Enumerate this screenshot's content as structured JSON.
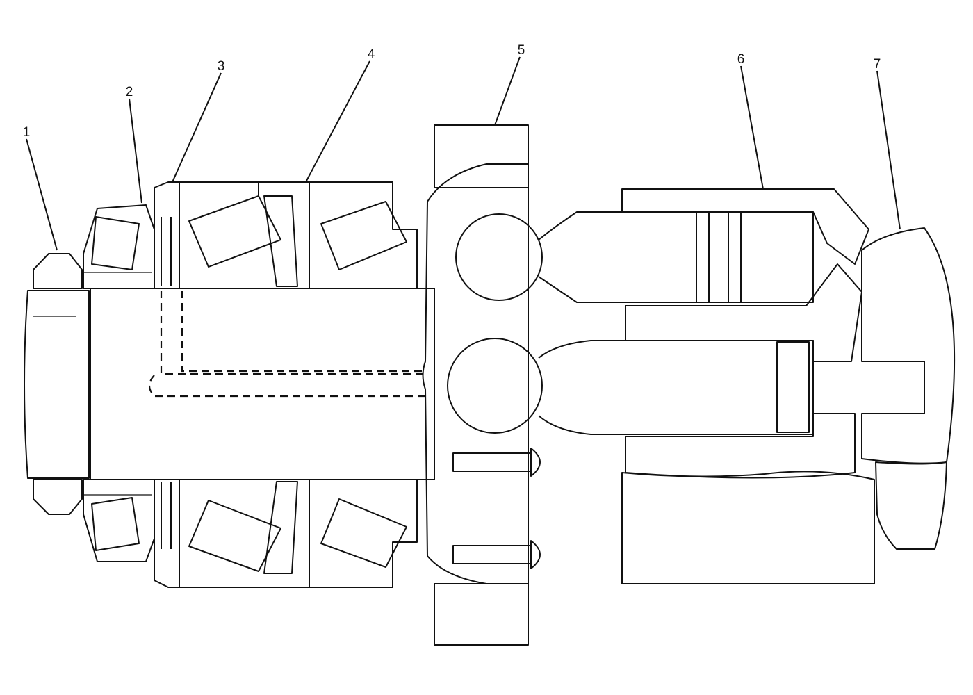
{
  "diagram": {
    "callouts": [
      {
        "id": "1",
        "text": "1"
      },
      {
        "id": "2",
        "text": "2"
      },
      {
        "id": "3",
        "text": "3"
      },
      {
        "id": "4",
        "text": "4"
      },
      {
        "id": "5",
        "text": "5"
      },
      {
        "id": "6",
        "text": "6"
      },
      {
        "id": "7",
        "text": "7"
      }
    ],
    "colors": {
      "ink": "#111111",
      "paper": "#ffffff"
    }
  }
}
